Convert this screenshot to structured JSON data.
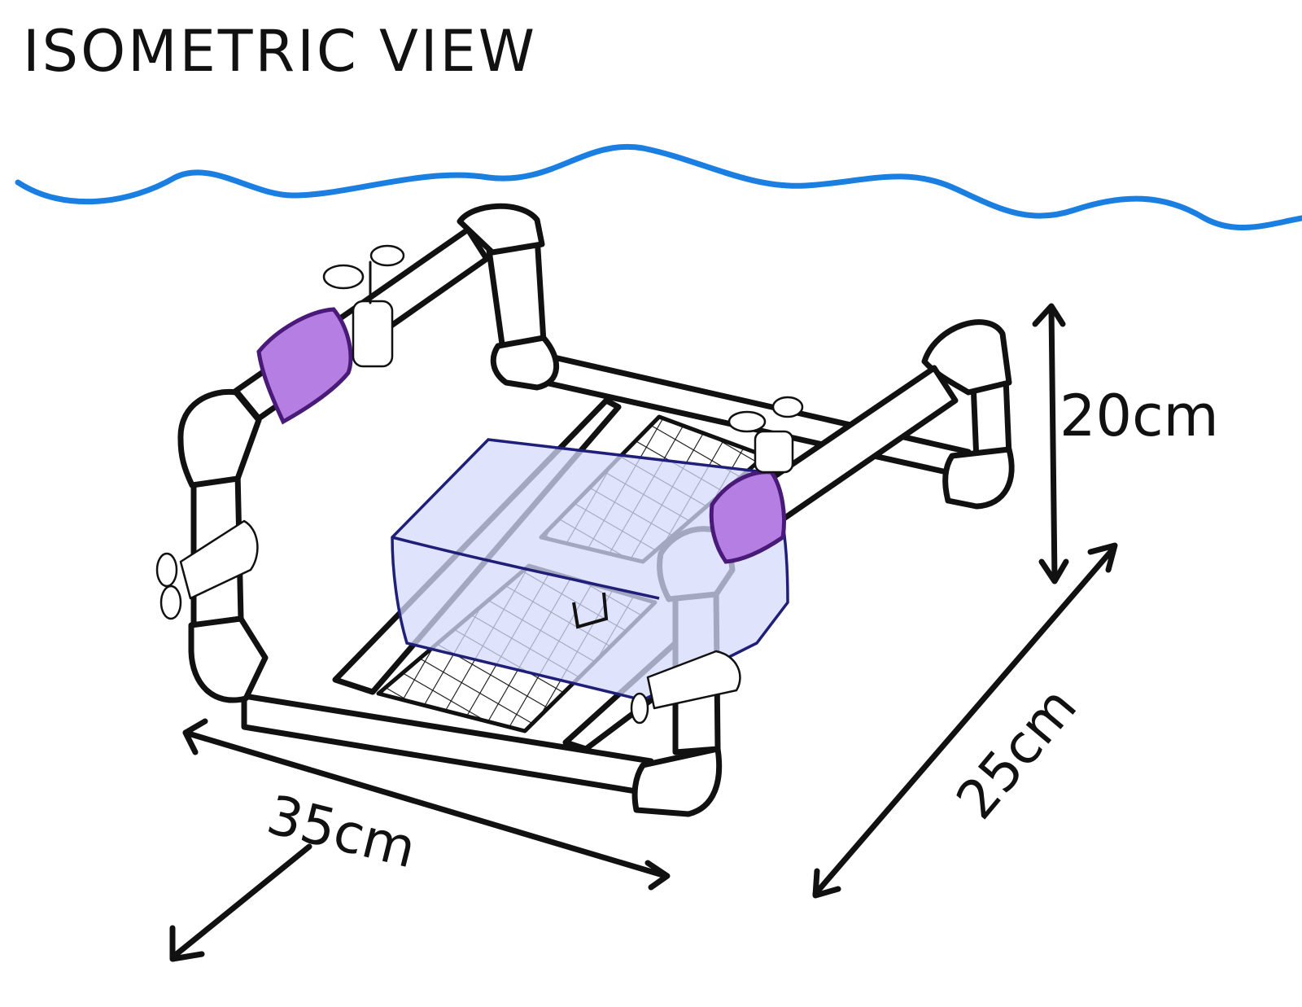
{
  "title": "ISOMETRIC VIEW",
  "dimensions": {
    "height": "20cm",
    "width": "35cm",
    "depth": "25cm"
  },
  "colors": {
    "water": "#1a7fe0",
    "float": "#b57ee3",
    "float_outline": "#4a1a78",
    "container_fill": "#d6d9fb",
    "container_outline": "#1f1f7a",
    "ink": "#111111"
  },
  "icons": [
    "water-surface-icon",
    "propeller-icon",
    "float-icon",
    "mesh-panel-icon",
    "dimension-arrow-icon"
  ]
}
